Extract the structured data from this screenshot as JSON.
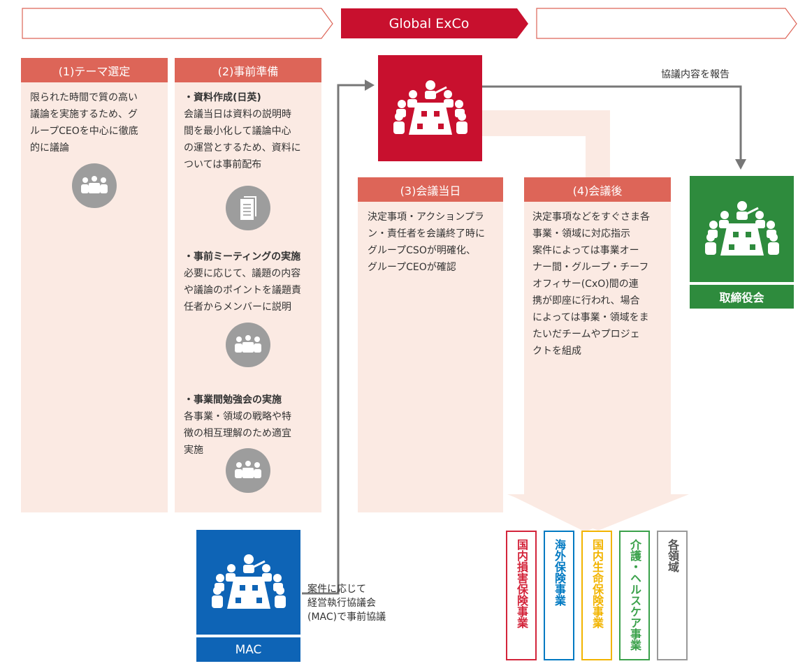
{
  "top_bar": {
    "exco_label": "Global ExCo"
  },
  "col1": {
    "header": "(1)テーマ選定",
    "text_lines": [
      "限られた時間で質の高い",
      "議論を実施するため、グ",
      "ループCEOを中心に徹底",
      "的に議論"
    ]
  },
  "col2": {
    "header": "(2)事前準備",
    "section1": {
      "title": "・資料作成(日英)",
      "lines": [
        "会議当日は資料の説明時",
        "間を最小化して議論中心",
        "の運営とするため、資料に",
        "ついては事前配布"
      ]
    },
    "section2": {
      "title": "・事前ミーティングの実施",
      "lines": [
        "必要に応じて、議題の内容",
        "や議論のポイントを議題責",
        "任者からメンバーに説明"
      ]
    },
    "section3": {
      "title": "・事業間勉強会の実施",
      "lines": [
        "各事業・領域の戦略や特",
        "徴の相互理解のため適宜",
        "実施"
      ]
    }
  },
  "col3": {
    "header": "(3)会議当日",
    "text_lines": [
      "決定事項・アクションプラ",
      "ン・責任者を会議終了時に",
      "グループCSOが明確化、",
      "グループCEOが確認"
    ]
  },
  "col4": {
    "header": "(4)会議後",
    "text_lines": [
      "決定事項などをすぐさま各",
      "事業・領域に対応指示",
      "案件によっては事業オー",
      "ナー間・グループ・チーフ",
      "オフィサー(CxO)間の連",
      "携が即座に行われ、場合",
      "によっては事業・領域をま",
      "たいだチームやプロジェ",
      "クトを組成"
    ]
  },
  "board": {
    "note": "協議内容を報告",
    "label": "取締役会"
  },
  "mac": {
    "label": "MAC",
    "note_lines": [
      "案件に応じて",
      "経営執行協議会",
      "(MAC)で事前協議"
    ]
  },
  "business_tabs": [
    {
      "label": "国内損害保険事業",
      "color": "#d3243a"
    },
    {
      "label": "海外保険事業",
      "color": "#0079c2"
    },
    {
      "label": "国内生命保険事業",
      "color": "#f2b400"
    },
    {
      "label": "介護・ヘルスケア事業",
      "color": "#3aa14a"
    },
    {
      "label": "各領域",
      "color": "#999999"
    }
  ],
  "colors": {
    "red": "#c8102e",
    "salmon": "#dd6558",
    "pale": "#fbeae3",
    "light_pale": "#f3f3f3",
    "green": "#2e8b3d",
    "blue": "#0e64b6",
    "gray_icon": "#9d9d9d",
    "arrow_gray": "#777777"
  },
  "icons": [
    "meeting-icon",
    "document-icon",
    "people-icon"
  ]
}
